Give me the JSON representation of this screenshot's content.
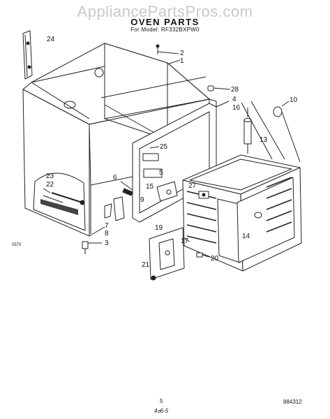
{
  "watermark": "AppliancePartsPros.com",
  "header": {
    "title": "OVEN PARTS",
    "subtitle": "For Model: RF332BXPW0"
  },
  "callouts": [
    "24",
    "2",
    "1",
    "28",
    "4",
    "10",
    "16",
    "13",
    "25",
    "5",
    "6",
    "15",
    "27",
    "9",
    "23",
    "22",
    "7",
    "8",
    "19",
    "17",
    "3",
    "14",
    "21",
    "20"
  ],
  "ref_code": "0570",
  "footer": {
    "page_number": "5",
    "document_number": "884312",
    "handwritten_note": "4ಠ6-5"
  }
}
